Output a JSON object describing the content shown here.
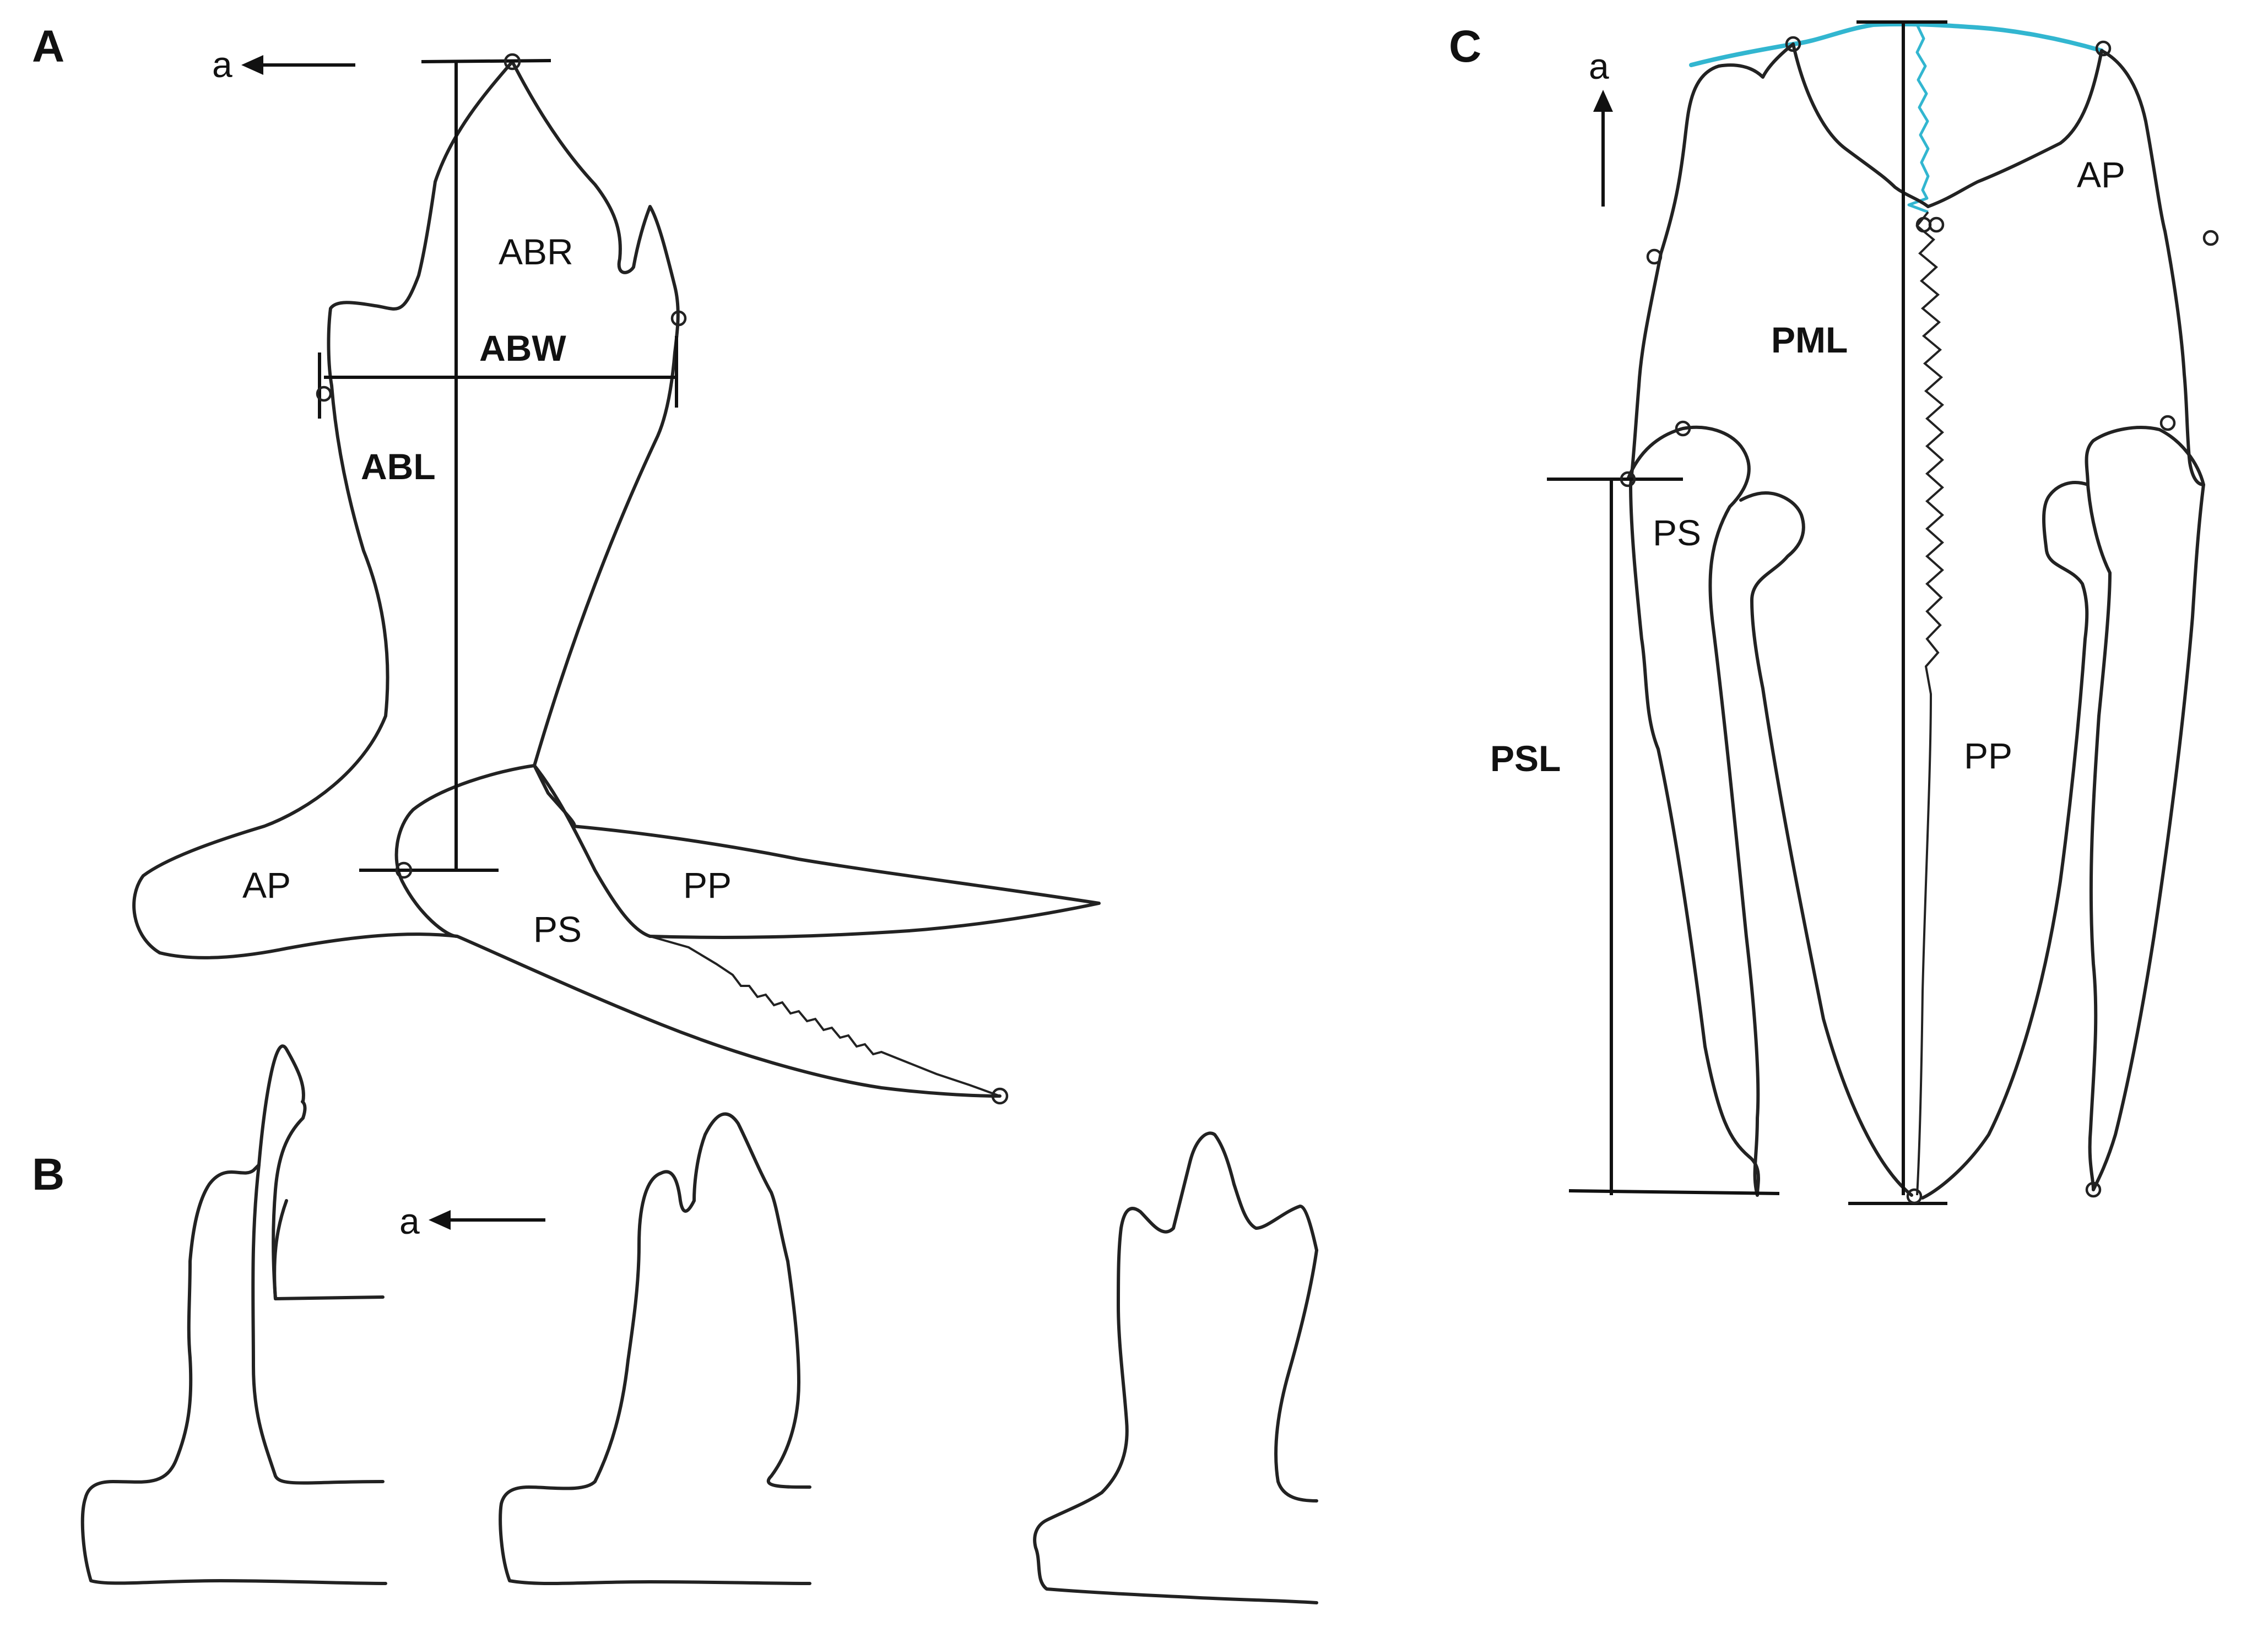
{
  "panels": {
    "a": {
      "label": "A"
    },
    "b": {
      "label": "B"
    },
    "c": {
      "label": "C"
    }
  },
  "direction_label": "a",
  "panel_a": {
    "abr": "ABR",
    "abw": "ABW",
    "abl": "ABL",
    "ap": "AP",
    "ps": "PS",
    "pp": "PP"
  },
  "panel_c": {
    "pml": "PML",
    "ap": "AP",
    "ps": "PS",
    "psl": "PSL",
    "pp": "PP"
  },
  "colors": {
    "outline": "#222222",
    "highlight": "#32b6d0"
  }
}
